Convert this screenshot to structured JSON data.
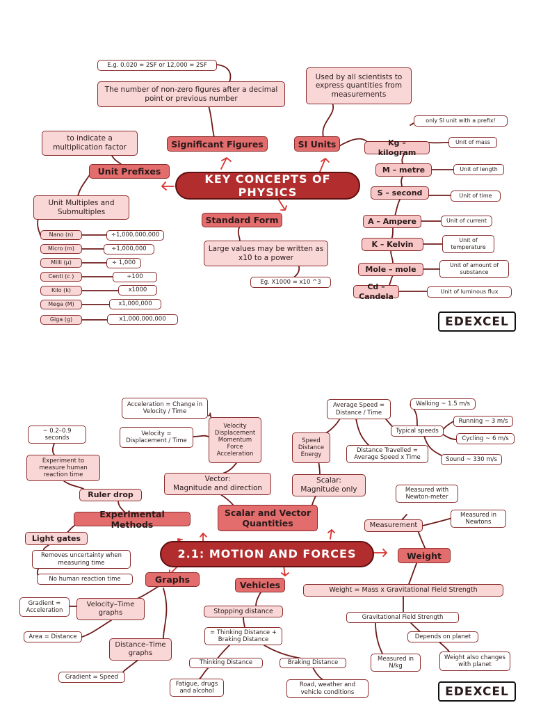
{
  "page1": {
    "center": "KEY CONCEPTS OF PHYSICS",
    "sig_example": "E.g. 0.020 = 2SF or 12,000 = 2SF",
    "sig_def": "The number of non-zero figures after a decimal point or previous number",
    "sig_figures": "Significant Figures",
    "si_desc": "Used by all scientists to express quantities from measurements",
    "si_units": "SI Units",
    "unit_prefixes": "Unit Prefixes",
    "prefix_desc": "to indicate a multiplication factor",
    "multiples_title": "Unit Multiples and Submultiples",
    "prefixes": [
      {
        "name": "Nano (n)",
        "factor": "÷1,000,000,000"
      },
      {
        "name": "Micro (m)",
        "factor": "÷1,000,000"
      },
      {
        "name": "Milli (μ)",
        "factor": "÷ 1,000"
      },
      {
        "name": "Centi (c )",
        "factor": "÷100"
      },
      {
        "name": "Kilo (k)",
        "factor": "x1000"
      },
      {
        "name": "Mega (M)",
        "factor": "x1,000,000"
      },
      {
        "name": "Giga (g)",
        "factor": "x1,000,000,000"
      }
    ],
    "standard_form": "Standard Form",
    "std_desc": "Large values may be written as x10 to a power",
    "std_example": "Eg. X1000 = x10 ^3",
    "units": [
      {
        "unit": "Kg – kilogram",
        "desc": "Unit of mass"
      },
      {
        "unit": "M – metre",
        "desc": "Unit of length"
      },
      {
        "unit": "S – second",
        "desc": "Unit of time"
      },
      {
        "unit": "A – Ampere",
        "desc": "Unit of current"
      },
      {
        "unit": "K – Kelvin",
        "desc": "Unit of temperature"
      },
      {
        "unit": "Mole – mole",
        "desc": "Unit of amount of substance"
      },
      {
        "unit": "Cd – Candela",
        "desc": "Unit of luminous flux"
      }
    ],
    "kg_note": "only SI unit with a prefix!",
    "edexcel": "EDEXCEL"
  },
  "page2": {
    "center": "2.1: MOTION AND FORCES",
    "scalar_vector": "Scalar and Vector Quantities",
    "vector": "Vector:\nMagnitude and direction",
    "scalar": "Scalar:\nMagnitude only",
    "accel_def": "Acceleration = Change in Velocity / Time",
    "velocity_def": "Velocity =\nDisplacement / Time",
    "vector_list": "Velocity\nDisplacement\nMomentum\nForce\nAcceleration",
    "scalar_list": "Speed\nDistance\nEnergy",
    "avg_speed": "Average Speed =\nDistance / Time",
    "dist_travelled": "Distance Travelled =\nAverage Speed x Time",
    "typical_speeds": "Typical speeds",
    "speeds": [
      "Walking ~ 1.5 m/s",
      "Running ~ 3 m/s",
      "Cycling ~ 6 m/s",
      "Sound ~ 330 m/s"
    ],
    "reaction_range": "~ 0.2–0.9\nseconds",
    "reaction_exp": "Experiment to measure human reaction time",
    "ruler_drop": "Ruler drop",
    "experimental_methods": "Experimental Methods",
    "light_gates": "Light gates",
    "removes_uncertainty": "Removes uncertainty when measuring time",
    "no_reaction": "No human reaction time",
    "graphs": "Graphs",
    "gradient_accel": "Gradient =\nAcceleration",
    "vt_graphs": "Velocity–Time\ngraphs",
    "area_distance": "Area = Distance",
    "dt_graphs": "Distance–Time\ngraphs",
    "gradient_speed": "Gradient = Speed",
    "vehicles": "Vehicles",
    "stopping_distance": "Stopping distance",
    "stopping_eq": "= Thinking Distance +\nBraking Distance",
    "thinking_distance": "Thinking Distance",
    "braking_distance": "Braking Distance",
    "thinking_factors": "Fatigue, drugs\nand alcohol",
    "braking_factors": "Road, weather and\nvehicle conditions",
    "weight": "Weight",
    "measurement": "Measurement",
    "newton_meter": "Measured with\nNewton-meter",
    "newtons": "Measured in\nNewtons",
    "weight_eq": "Weight = Mass x Gravitational Field Strength",
    "gfs": "Gravitational Field Strength",
    "nkg": "Measured in\nN/kg",
    "depends_planet": "Depends on planet",
    "weight_changes": "Weight also changes\nwith planet",
    "edexcel": "EDEXCEL"
  }
}
